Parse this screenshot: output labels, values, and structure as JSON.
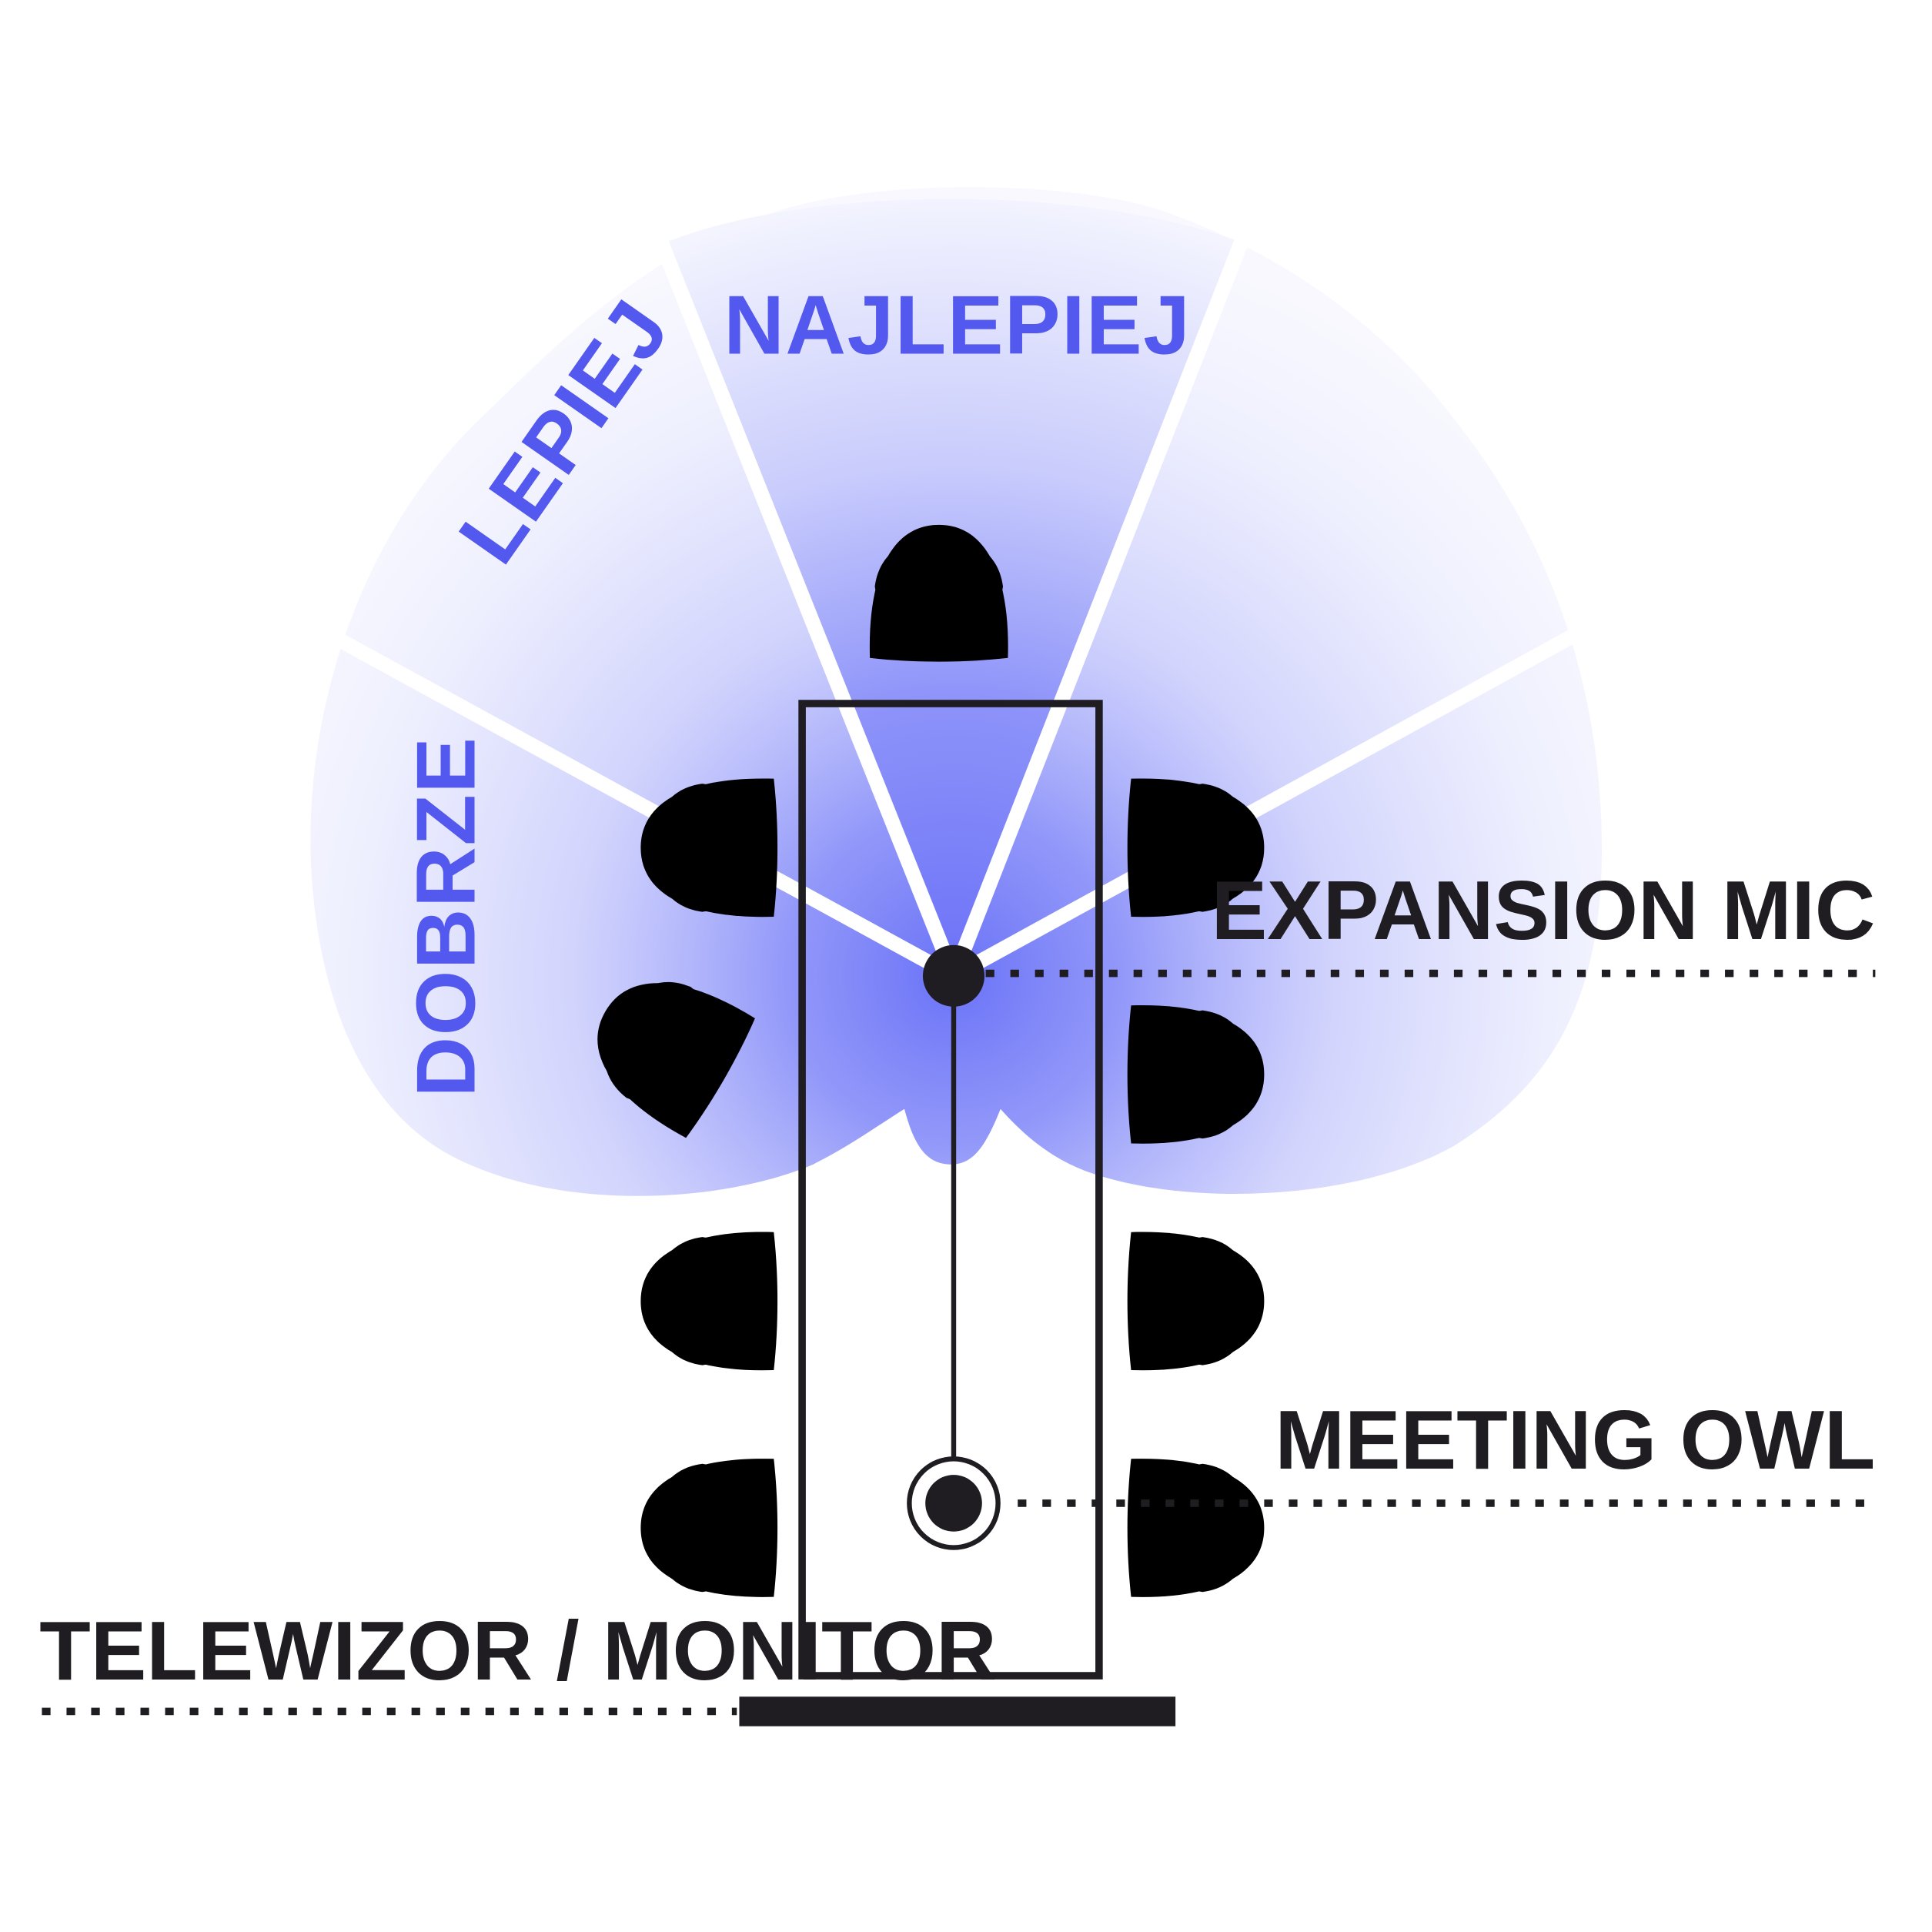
{
  "zones": {
    "best_label": "NAJLEPIEJ",
    "better_label": "LEPIEJ",
    "good_label": "DOBRZE"
  },
  "callouts": {
    "expansion_mic": "EXPANSION MIC",
    "meeting_owl": "MEETING OWL",
    "tv_monitor": "TELEWIZOR / MONITOR"
  },
  "colors": {
    "accent": "#5358ee",
    "ink": "#1f1d22",
    "zone_fill_light": "#eef0fd",
    "zone_fill_strong": "#6a72f7"
  }
}
